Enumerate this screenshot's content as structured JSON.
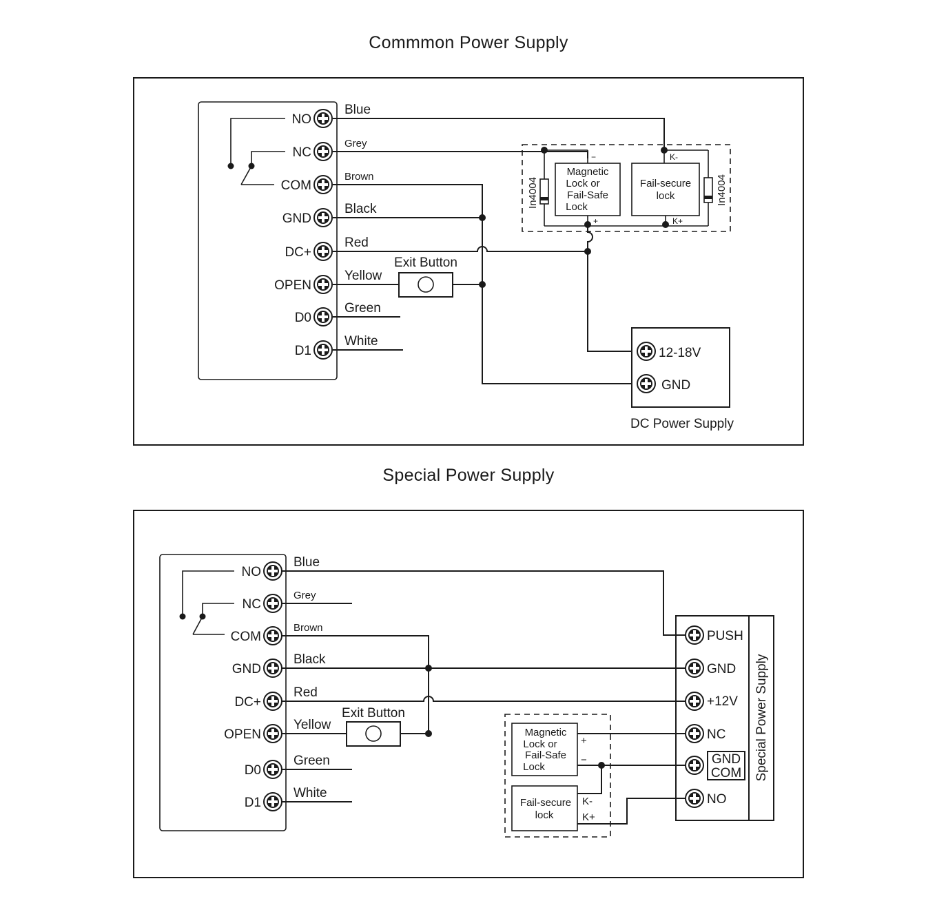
{
  "titles": {
    "common": "Commmon Power Supply",
    "special": "Special Power Supply"
  },
  "terminals": [
    "NO",
    "NC",
    "COM",
    "GND",
    "DC+",
    "OPEN",
    "D0",
    "D1"
  ],
  "wire_colors": [
    "Blue",
    "Grey",
    "Brown",
    "Black",
    "Red",
    "Yellow",
    "Green",
    "White"
  ],
  "exit_button": "Exit Button",
  "common": {
    "diode_left": "In4004",
    "diode_right": "In4004",
    "mag_lock": [
      "Magnetic",
      "Lock or",
      "Fail-Safe",
      "Lock"
    ],
    "fail_secure": [
      "Fail-secure",
      "lock"
    ],
    "minus": "−",
    "plus": "+",
    "k_minus": "K-",
    "k_plus": "K+",
    "psu_terminals": [
      "12-18V",
      "GND"
    ],
    "psu_label": "DC Power Supply"
  },
  "special": {
    "psu_terminals": [
      "PUSH",
      "GND",
      "+12V",
      "NC",
      "NO"
    ],
    "gnd_com": [
      "GND",
      "COM"
    ],
    "psu_label": "Special Power Supply",
    "mag_lock": [
      "Magnetic",
      "Lock or",
      "Fail-Safe",
      "Lock"
    ],
    "fail_secure": [
      "Fail-secure",
      "lock"
    ],
    "plus": "+",
    "minus": "−",
    "k_minus": "K-",
    "k_plus": "K+"
  }
}
